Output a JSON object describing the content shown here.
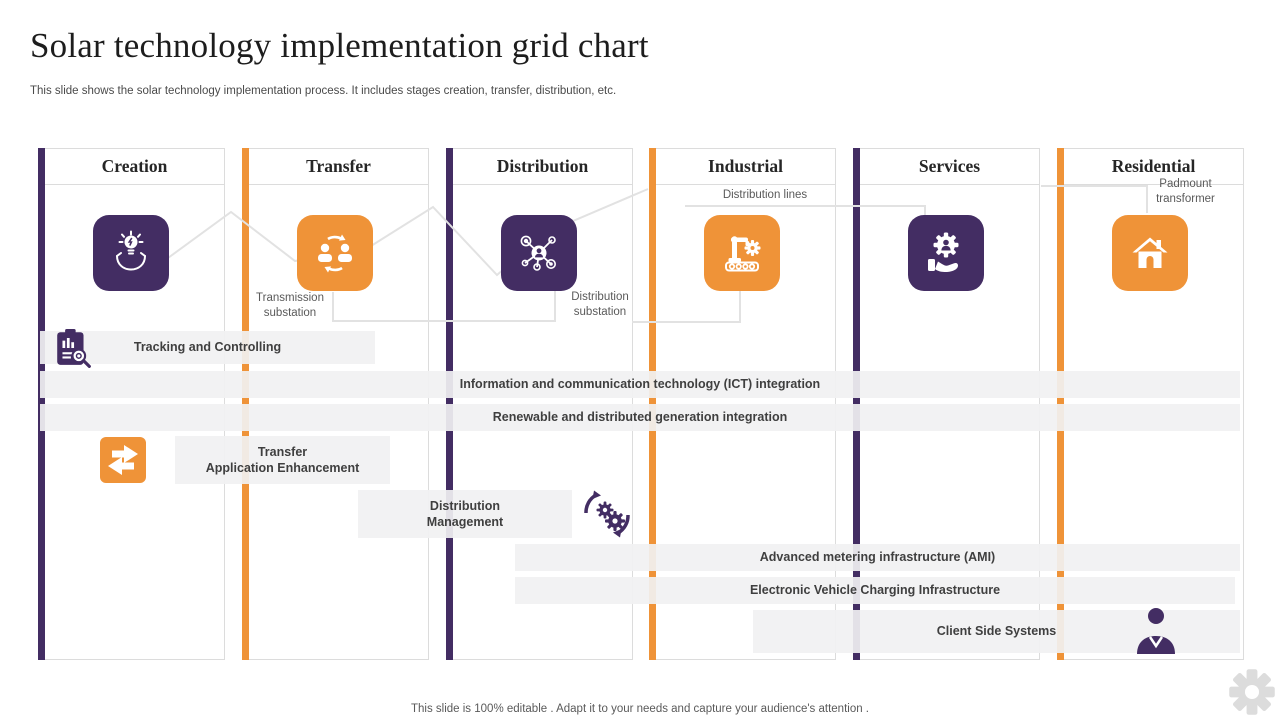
{
  "slide": {
    "title": "Solar technology implementation grid chart",
    "subtitle": "This slide shows the solar technology implementation process. It includes stages creation, transfer, distribution, etc.",
    "footer": "This slide is 100% editable . Adapt it to your needs and capture your audience's attention ."
  },
  "colors": {
    "purple": "#432d63",
    "orange": "#ef9338",
    "bar_bg": "#f1f1f2",
    "border": "#dcdcdc",
    "connector": "#e2e2e2"
  },
  "columns": [
    {
      "label": "Creation",
      "accent": "purple",
      "icon": "hands-lightbulb-icon"
    },
    {
      "label": "Transfer",
      "accent": "orange",
      "icon": "people-sync-icon"
    },
    {
      "label": "Distribution",
      "accent": "purple",
      "icon": "network-nodes-icon"
    },
    {
      "label": "Industrial",
      "accent": "orange",
      "icon": "robotic-arm-icon"
    },
    {
      "label": "Services",
      "accent": "purple",
      "icon": "hand-gear-icon"
    },
    {
      "label": "Residential",
      "accent": "orange",
      "icon": "house-icon"
    }
  ],
  "annotations": [
    {
      "label": "Transmission\nsubstation"
    },
    {
      "label": "Distribution\nsubstation"
    },
    {
      "label": "Distribution lines"
    },
    {
      "label": "Padmount\ntransformer"
    }
  ],
  "bars": [
    {
      "label": "Tracking and Controlling",
      "icon": "clipboard-magnifier-icon"
    },
    {
      "label": "Information and communication technology (ICT) integration"
    },
    {
      "label": "Renewable and distributed generation integration"
    },
    {
      "label": "Transfer\nApplication Enhancement",
      "icon": "swap-arrows-icon"
    },
    {
      "label": "Distribution\nManagement",
      "icon": "gears-sync-icon"
    },
    {
      "label": "Advanced metering infrastructure  (AMI)"
    },
    {
      "label": "Electronic Vehicle Charging Infrastructure"
    },
    {
      "label": "Client Side Systems",
      "icon": "businessman-icon"
    }
  ]
}
